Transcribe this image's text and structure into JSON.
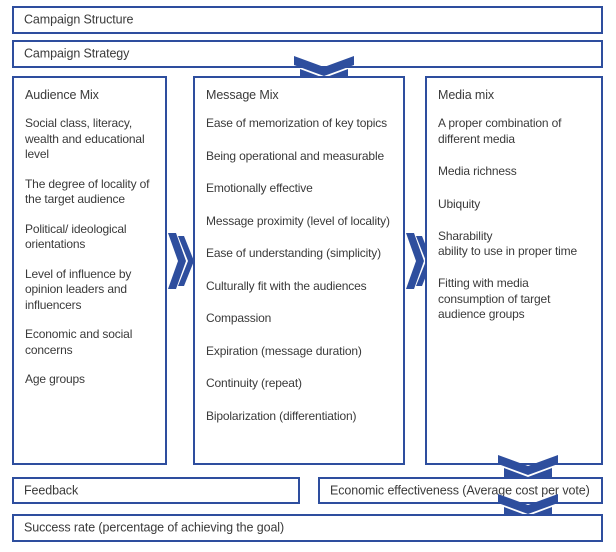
{
  "diagram": {
    "title": "Campaign Structure / Strategy framework",
    "accent_color": "#2e4e9e",
    "text_color": "#3a3a3a",
    "background_color": "#ffffff"
  },
  "top_bars": {
    "campaign_structure": "Campaign Structure",
    "campaign_strategy": "Campaign Strategy"
  },
  "columns": [
    {
      "id": "audience-mix",
      "title": "Audience Mix",
      "items": [
        "Social class, literacy, wealth and educational level",
        "The degree of locality of the target audience",
        "Political/ ideological orientations",
        "Level of influence by opinion leaders and influencers",
        "Economic and social concerns",
        "Age groups"
      ]
    },
    {
      "id": "message-mix",
      "title": "Message Mix",
      "items": [
        "Ease of memorization of key topics",
        "Being operational and measurable",
        "Emotionally effective",
        "Message proximity (level of locality)",
        "Ease of understanding (simplicity)",
        "Culturally fit with the audiences",
        "Compassion",
        "Expiration (message duration)",
        "Continuity (repeat)",
        "Bipolarization (differentiation)"
      ]
    },
    {
      "id": "media-mix",
      "title": "Media mix",
      "items": [
        "A proper combination of different media",
        "Media richness",
        "Ubiquity",
        "Sharability\nability to use in proper time",
        "Fitting with media consumption of target audience groups"
      ]
    }
  ],
  "bottom_bars": {
    "feedback": "Feedback",
    "economic_effectiveness": "Economic effectiveness (Average cost per vote)",
    "success_rate": "Success rate (percentage of achieving the goal)"
  },
  "arrows": [
    {
      "id": "strategy-to-columns",
      "direction": "down",
      "glyph": "double-chevron-down-icon"
    },
    {
      "id": "audience-to-message",
      "direction": "right",
      "glyph": "double-chevron-right-icon"
    },
    {
      "id": "message-to-media",
      "direction": "right",
      "glyph": "double-chevron-right-icon"
    },
    {
      "id": "media-to-economic",
      "direction": "down",
      "glyph": "double-chevron-down-icon"
    },
    {
      "id": "economic-to-success",
      "direction": "down",
      "glyph": "double-chevron-down-icon"
    }
  ]
}
